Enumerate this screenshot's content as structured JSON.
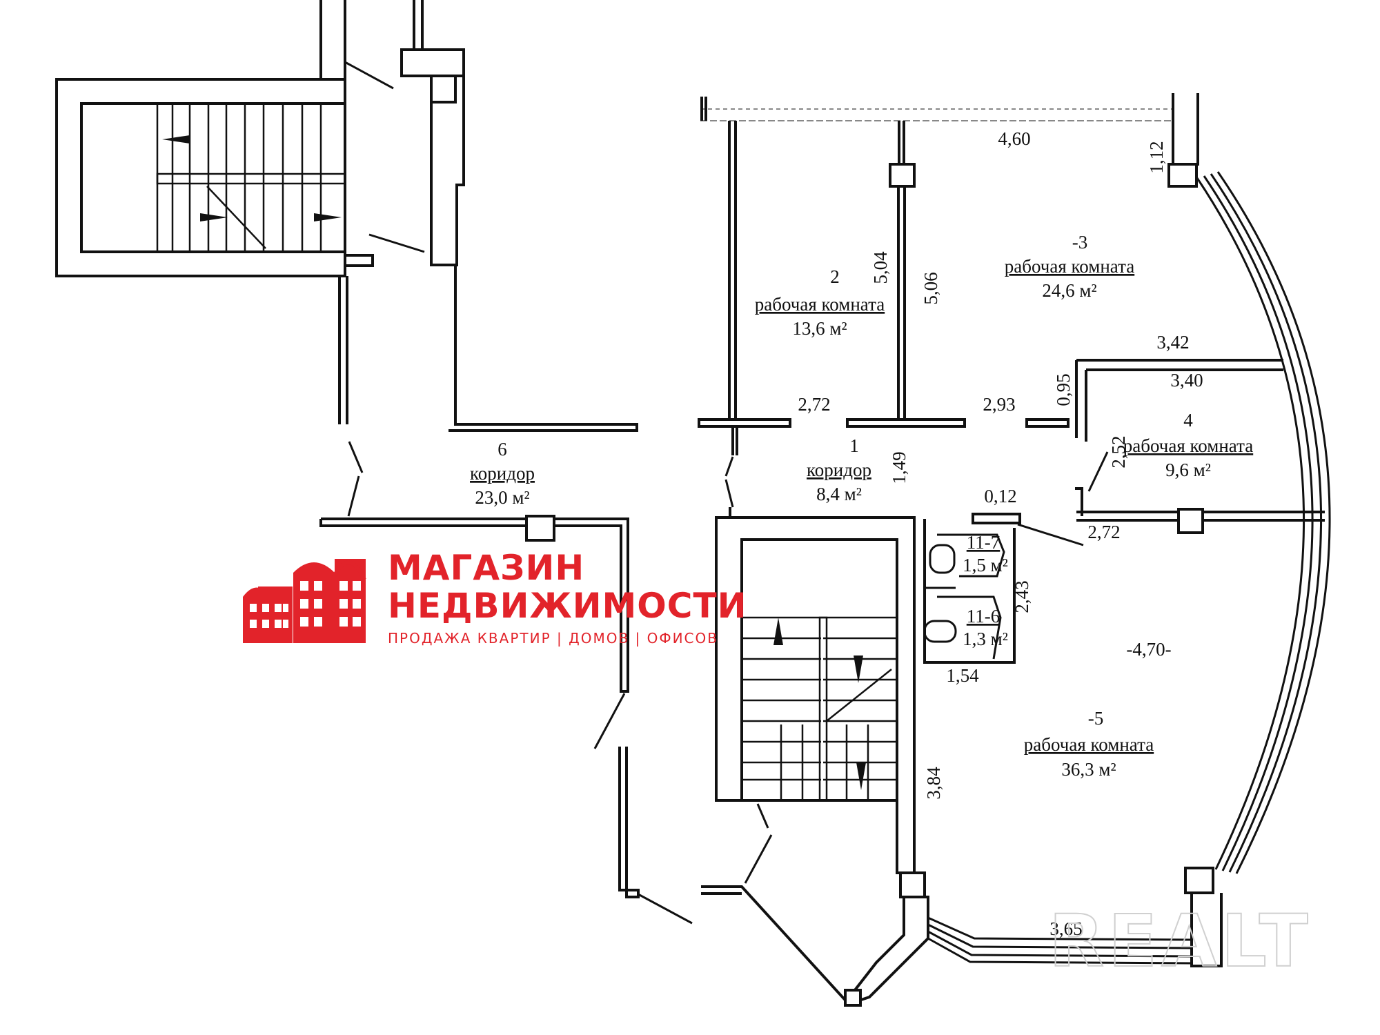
{
  "rooms": [
    {
      "id": "1",
      "number": "1",
      "name": "коридор",
      "area": "8,4 м²"
    },
    {
      "id": "2",
      "number": "2",
      "name": "рабочая комната",
      "area": "13,6 м²"
    },
    {
      "id": "3",
      "number": "-3",
      "name": "рабочая комната",
      "area": "24,6 м²"
    },
    {
      "id": "4",
      "number": "4",
      "name": "рабочая комната",
      "area": "9,6 м²"
    },
    {
      "id": "5",
      "number": "-5",
      "name": "рабочая комната",
      "area": "36,3 м²"
    },
    {
      "id": "6",
      "number": "6",
      "name": "коридор",
      "area": "23,0 м²"
    },
    {
      "id": "11-7",
      "number": "11-7",
      "name": "",
      "area": "1,5 м²"
    },
    {
      "id": "11-6",
      "number": "11-6",
      "name": "",
      "area": "1,3 м²"
    }
  ],
  "dimensions": {
    "d_4_60": "4,60",
    "d_1_12": "1,12",
    "d_5_04": "5,04",
    "d_5_06": "5,06",
    "d_3_42": "3,42",
    "d_3_40": "3,40",
    "d_0_95": "0,95",
    "d_2_72_a": "2,72",
    "d_2_93": "2,93",
    "d_1_49": "1,49",
    "d_2_52": "2,52",
    "d_0_12": "0,12",
    "d_2_72_b": "2,72",
    "d_2_43": "2,43",
    "d_1_54": "1,54",
    "d_4_70": "-4,70-",
    "d_3_84": "3,84",
    "d_3_65": "3,65"
  },
  "logo": {
    "title_line1": "МАГАЗИН",
    "title_line2": "НЕДВИЖИМОСТИ",
    "subtitle": "ПРОДАЖА КВАРТИР | ДОМОВ | ОФИСОВ",
    "color": "#e2232a"
  },
  "watermark": {
    "text": "REALT",
    "color": "#d0d0d0"
  }
}
